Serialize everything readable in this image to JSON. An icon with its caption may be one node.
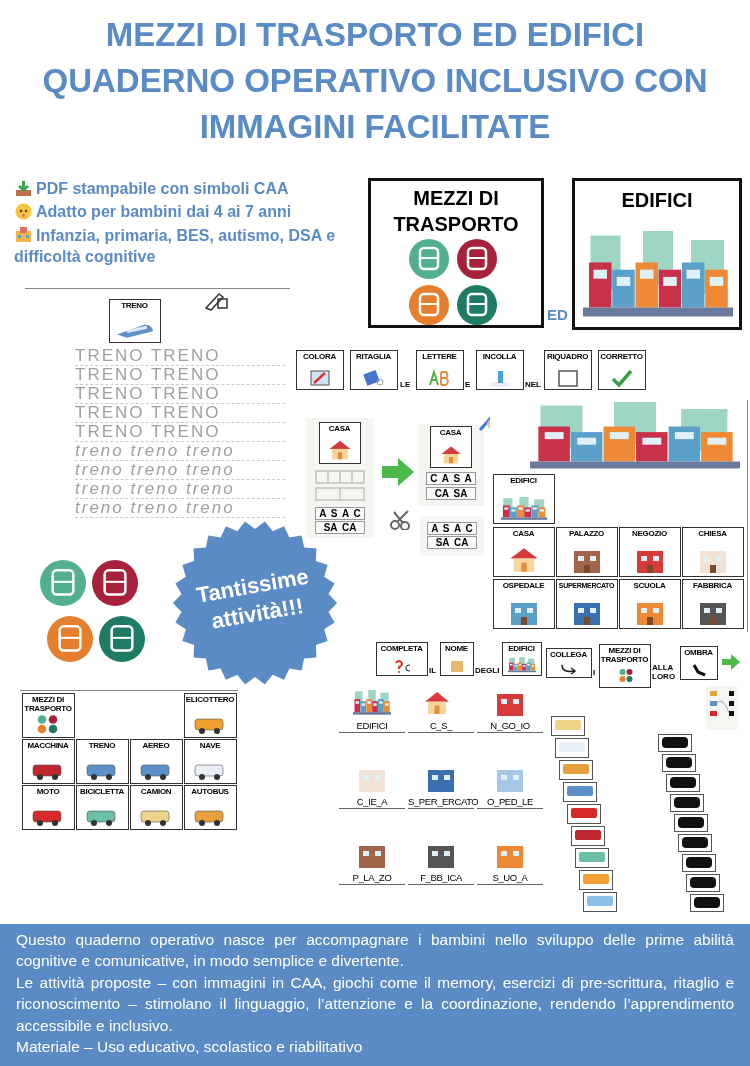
{
  "diagram": {
    "title": "MEZZI DI TRASPORTO ED EDIFICI QUADERNO OPERATIVO INCLUSIVO CON IMMAGINI FACILITATE",
    "labels": [
      "PDF stampabile con simboli CAA",
      "Adatto per bambini dai 4 ai 7 anni",
      "Infanzia, primaria, BES, autismo, DSA e difficoltà cognitive",
      "MEZZI DI TRASPORTO",
      "ED",
      "EDIFICI",
      "TRENO",
      "TRENO TRENO",
      "TRENO TRENO",
      "TRENO TRENO",
      "TRENO TRENO",
      "TRENO TRENO",
      "treno treno treno",
      "treno treno treno",
      "treno treno treno",
      "treno treno treno",
      "COLORA",
      "RITAGLIA",
      "LE",
      "LETTERE",
      "E",
      "INCOLLA",
      "NEL",
      "RIQUADRO",
      "CORRETTO",
      "CASA",
      "A S A C",
      "SA CA",
      "CASA",
      "C A S A",
      "CA SA",
      "A S A C",
      "SA CA",
      "EDIFICI",
      "CASA",
      "PALAZZO",
      "NEGOZIO",
      "CHIESA",
      "OSPEDALE",
      "SUPERMERCATO",
      "SCUOLA",
      "FABBRICA",
      "Tantissime attività!!!",
      "COMPLETA",
      "IL",
      "NOME",
      "DEGLI",
      "EDIFICI",
      "COLLEGA",
      "I",
      "MEZZI DI TRASPORTO",
      "ALLA LORO",
      "OMBRA",
      "MEZZI DI TRASPORTO",
      "ELICOTTERO",
      "MACCHINA",
      "TRENO",
      "AEREO",
      "NAVE",
      "MOTO",
      "BICICLETTA",
      "CAMION",
      "AUTOBUS",
      "EDIFICI",
      "C_S_",
      "N_GO_IO",
      "C_IE_A",
      "S_PER_ERCATO",
      "O_PED_LE",
      "P_LA_ZO",
      "F_BB_ICA",
      "S_UO_A",
      "Questo quaderno operativo nasce per accompagnare i bambini nello sviluppo delle prime abilità cognitive e comunicative, in modo semplice e divertente.",
      "Le attività proposte – con immagini in CAA, giochi come il memory, esercizi di pre-scrittura, ritaglio e riconoscimento – stimolano il linguaggio, l’attenzione e la coordinazione, rendendo l’apprendimento accessibile e inclusivo.",
      "Materiale – Uso educativo, scolastico e riabilitativo"
    ]
  }
}
